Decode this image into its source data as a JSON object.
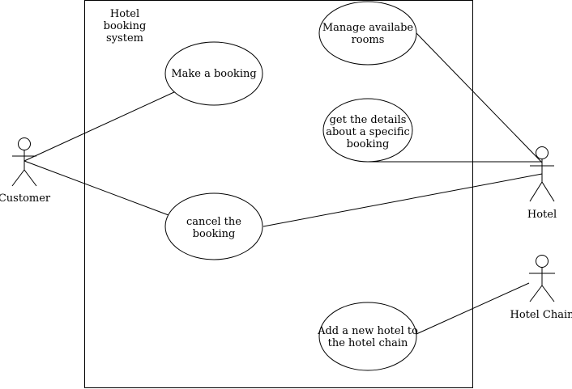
{
  "diagram": {
    "system_boundary": {
      "title": "Hotel\nbooking\nsystem"
    },
    "actors": {
      "customer": {
        "label": "Customer"
      },
      "hotel": {
        "label": "Hotel"
      },
      "hotel_chain": {
        "label": "Hotel Chain"
      }
    },
    "use_cases": {
      "make_booking": {
        "label": "Make a booking"
      },
      "cancel_booking": {
        "label": "cancel the\nbooking"
      },
      "manage_rooms": {
        "label": "Manage availabe\nrooms"
      },
      "booking_details": {
        "label": "get the details\nabout a specific\nbooking"
      },
      "add_hotel": {
        "label": "Add a new hotel to\nthe hotel chain"
      }
    }
  }
}
